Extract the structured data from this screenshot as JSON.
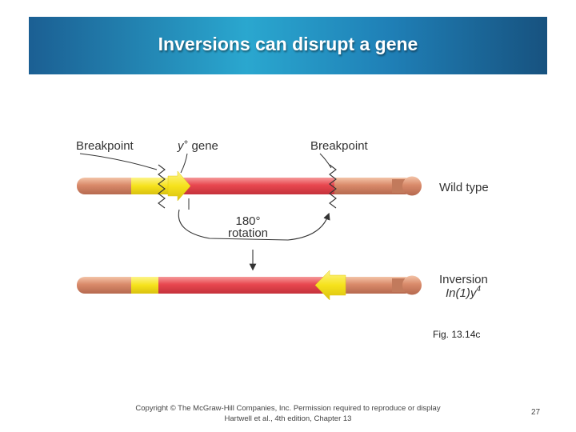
{
  "slide": {
    "title": "Inversions can disrupt a gene",
    "caption": "Fig. 13.14c",
    "footer_line1": "Copyright © The McGraw-Hill Companies, Inc. Permission required to reproduce or display",
    "footer_line2": "Hartwell et al., 4th edition, Chapter 13",
    "page_number": "27"
  },
  "figure": {
    "label_breakpoint_left": "Breakpoint",
    "label_gene_y": "y",
    "label_gene_sup": "+",
    "label_gene_word": " gene",
    "label_breakpoint_right": "Breakpoint",
    "label_wild_type": "Wild type",
    "label_rotation_1": "180°",
    "label_rotation_2": "rotation",
    "label_inversion": "Inversion",
    "label_inversion_notation": "In(1)y",
    "label_inversion_sup": "4"
  },
  "colors": {
    "title_bar": "#2aa7cf",
    "chromosome_outer": "#d98a6a",
    "inverted_segment": "#e8474f",
    "gene_yellow": "#f6e21c"
  }
}
